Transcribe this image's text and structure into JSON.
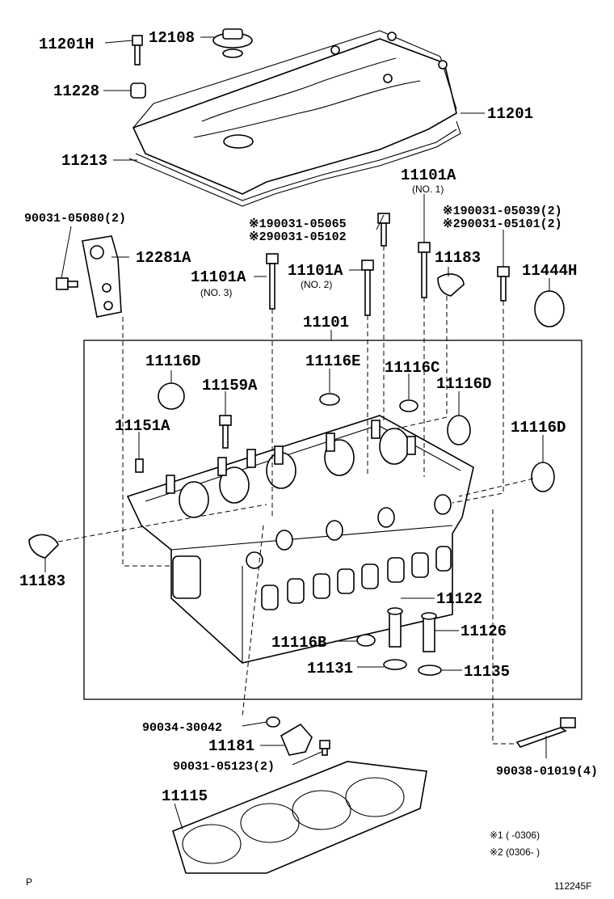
{
  "labels": {
    "p11201H": "11201H",
    "p12108": "12108",
    "p11228": "11228",
    "p11201": "11201",
    "p11213": "11213",
    "p11101A_no1": "11101A",
    "no1": "(NO. 1)",
    "bolt_left": "90031-05080(2)",
    "bolt_s1_a": "※190031-05065",
    "bolt_s2_a": "※290031-05102",
    "bolt_s1_b": "※190031-05039(2)",
    "bolt_s2_b": "※290031-05101(2)",
    "p12281A": "12281A",
    "p11101A_no3": "11101A",
    "no3": "(NO. 3)",
    "p11101A_no2": "11101A",
    "no2": "(NO. 2)",
    "p11183_top": "11183",
    "p11444H": "11444H",
    "p11101": "11101",
    "p11116D_a": "11116D",
    "p11116E": "11116E",
    "p11116C": "11116C",
    "p11116D_b": "11116D",
    "p11159A": "11159A",
    "p11151A": "11151A",
    "p11116D_c": "11116D",
    "p11183_left": "11183",
    "p11122": "11122",
    "p11126": "11126",
    "p11116B": "11116B",
    "p11131": "11131",
    "p11135": "11135",
    "gasket_washer": "90034-30042",
    "p11181": "11181",
    "bolt_bottom": "90031-05123(2)",
    "head_bolt": "90038-01019(4)",
    "p11115": "11115",
    "note1": "※1 (     -0306)",
    "note2": "※2 (0306-     )",
    "corner_p": "P",
    "figure_code": "112245F"
  }
}
